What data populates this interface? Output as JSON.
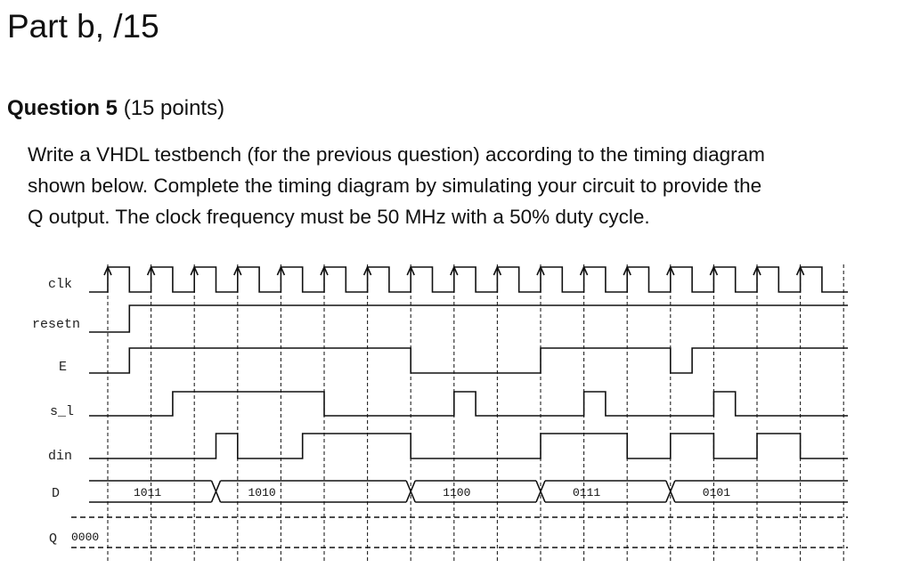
{
  "page": {
    "part_title": "Part b, /15",
    "question_label": "Question 5",
    "question_points": "(15 points)",
    "question_lines": [
      "Write a VHDL testbench (for the previous question) according to the timing diagram",
      "shown below. Complete the timing diagram by simulating your circuit to provide the",
      "Q output. The clock frequency must be 50 MHz with a 50% duty cycle."
    ]
  },
  "timing_diagram": {
    "clock_cycles": 17,
    "clk_first_edge_index": 0,
    "signals": [
      {
        "name": "clk",
        "kind": "clock"
      },
      {
        "name": "resetn",
        "kind": "binary",
        "initial": 0,
        "transitions": [
          {
            "half": 1,
            "value": 1
          }
        ]
      },
      {
        "name": "E",
        "kind": "binary",
        "initial": 0,
        "transitions": [
          {
            "half": 1,
            "value": 1
          },
          {
            "half": 14,
            "value": 0
          },
          {
            "half": 20,
            "value": 1
          },
          {
            "half": 26,
            "value": 0
          },
          {
            "half": 27,
            "value": 1
          }
        ]
      },
      {
        "name": "s_l",
        "kind": "binary",
        "initial": 0,
        "transitions": [
          {
            "half": 3,
            "value": 1
          },
          {
            "half": 10,
            "value": 0
          },
          {
            "half": 16,
            "value": 1
          },
          {
            "half": 17,
            "value": 0
          },
          {
            "half": 22,
            "value": 1
          },
          {
            "half": 23,
            "value": 0
          },
          {
            "half": 28,
            "value": 1
          },
          {
            "half": 29,
            "value": 0
          }
        ]
      },
      {
        "name": "din",
        "kind": "binary",
        "initial": 0,
        "transitions": [
          {
            "half": 5,
            "value": 1
          },
          {
            "half": 6,
            "value": 0
          },
          {
            "half": 9,
            "value": 1
          },
          {
            "half": 14,
            "value": 0
          },
          {
            "half": 20,
            "value": 1
          },
          {
            "half": 24,
            "value": 0
          },
          {
            "half": 26,
            "value": 1
          },
          {
            "half": 28,
            "value": 0
          },
          {
            "half": 30,
            "value": 1
          },
          {
            "half": 32,
            "value": 0
          }
        ]
      },
      {
        "name": "D",
        "kind": "bus",
        "segments": [
          {
            "label": "1011",
            "start": 0,
            "end": 5
          },
          {
            "label": "1010",
            "start": 5,
            "end": 14
          },
          {
            "label": "1100",
            "start": 14,
            "end": 20
          },
          {
            "label": "0111",
            "start": 20,
            "end": 26
          },
          {
            "label": "0101",
            "start": 26,
            "end": 34
          }
        ]
      },
      {
        "name": "Q",
        "kind": "bus-unknown",
        "initial_label": "0000"
      }
    ]
  }
}
